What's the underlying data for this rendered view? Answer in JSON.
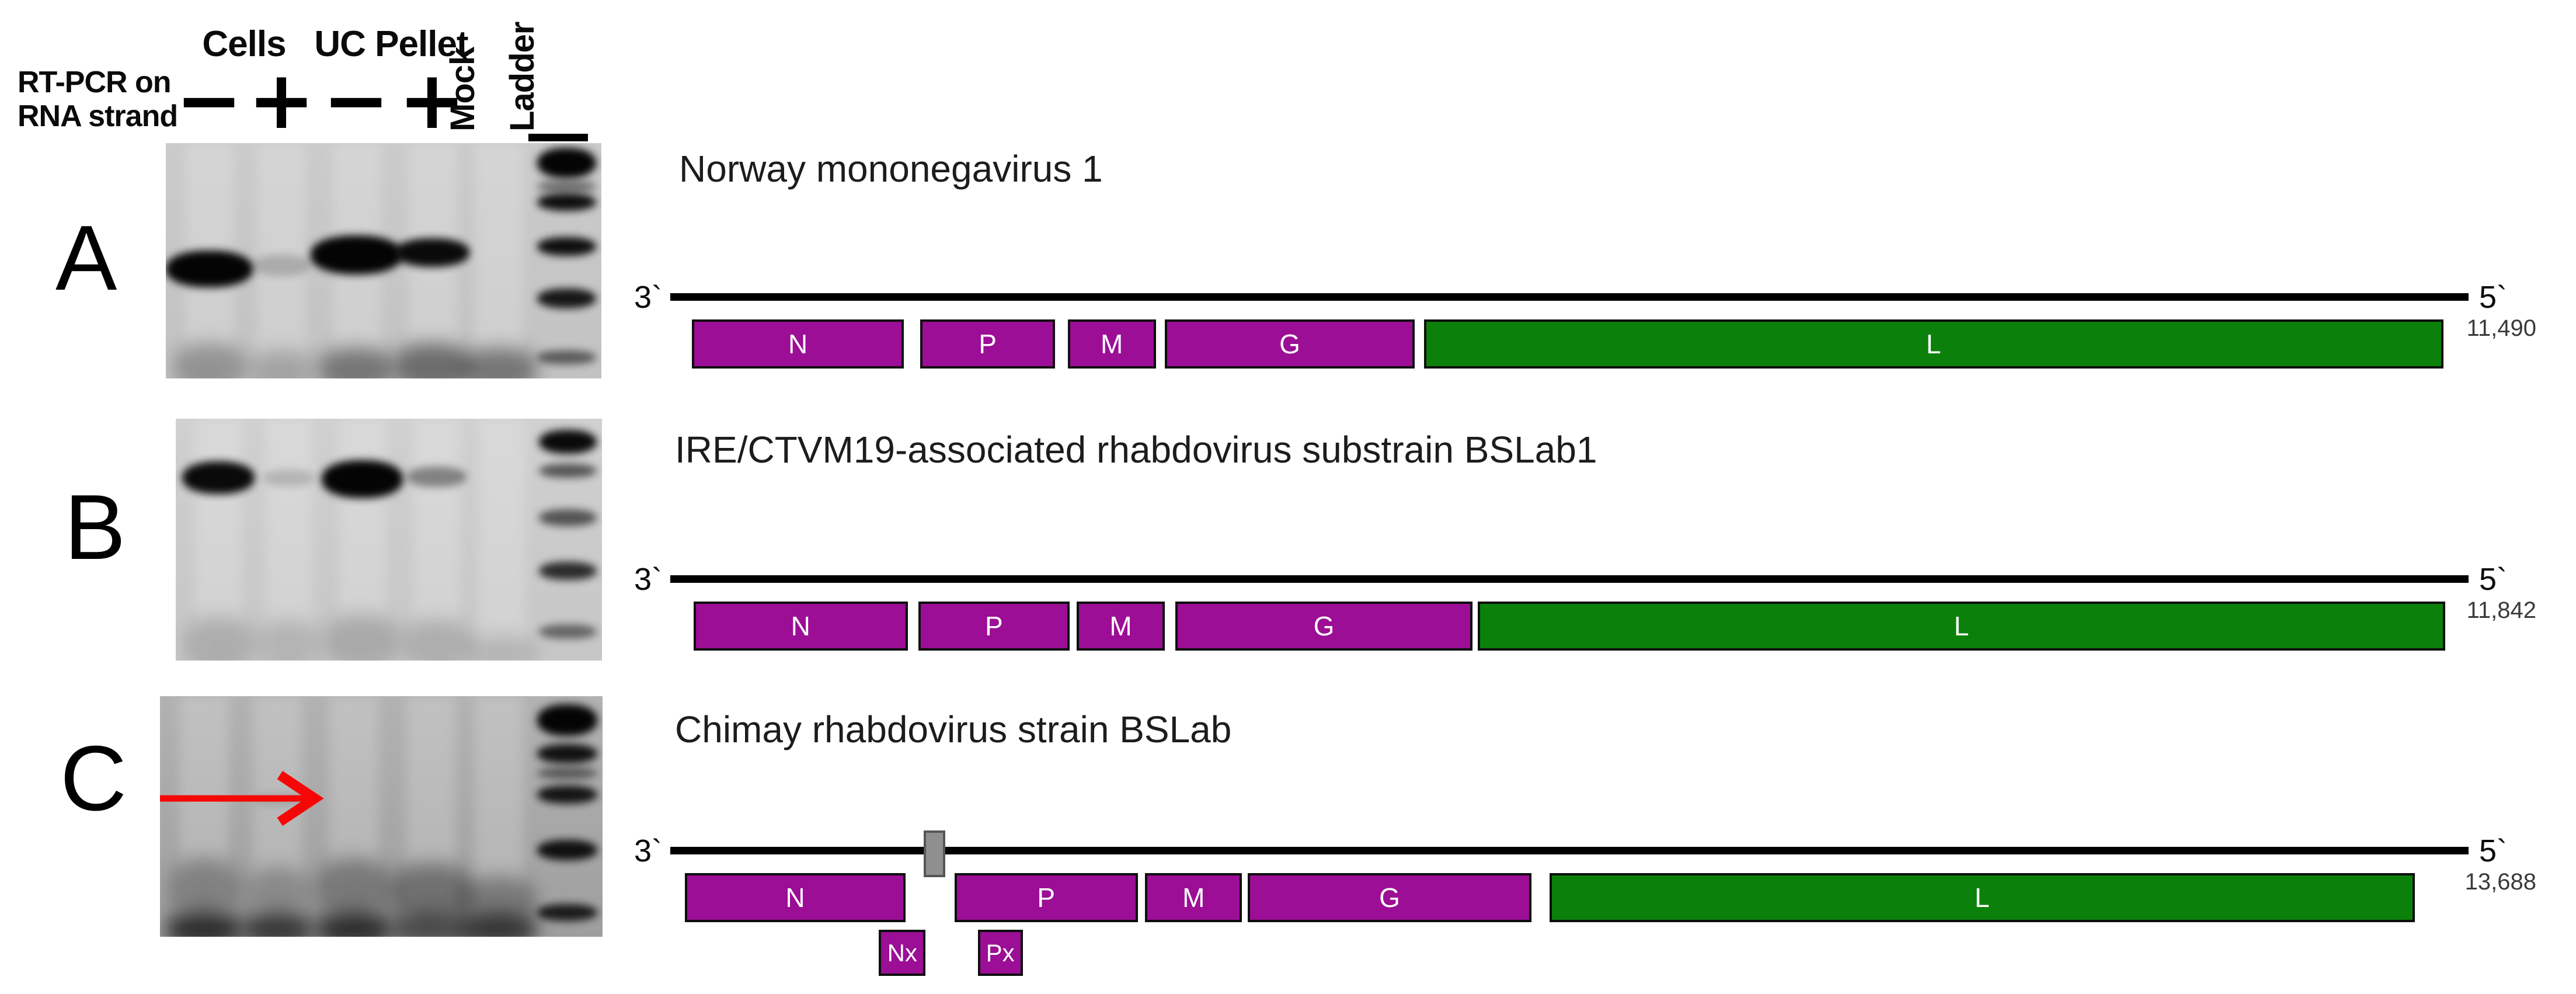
{
  "colors": {
    "purple": "#9B0E95",
    "green": "#0B810B",
    "gray_marker": "#8F8F8F",
    "arrow_red": "#F60707",
    "genome_line": "#000000"
  },
  "header": {
    "assay_label_lines": [
      "RT-PCR on",
      "RNA strand"
    ],
    "groups": [
      {
        "label": "Cells"
      },
      {
        "label": "UC Pellet"
      }
    ],
    "lane_signs": [
      "−",
      "+",
      "−",
      "+"
    ],
    "vertical_labels": [
      "Mock",
      "Ladder"
    ]
  },
  "panels": [
    {
      "letter": "A",
      "title": "Norway mononegavirus 1",
      "three_prime": "3`",
      "five_prime": "5`",
      "genome_length": "11,490",
      "genes": [
        {
          "label": "N",
          "color": "purple",
          "start": 0.012,
          "end": 0.13,
          "row": "main"
        },
        {
          "label": "P",
          "color": "purple",
          "start": 0.139,
          "end": 0.214,
          "row": "main"
        },
        {
          "label": "M",
          "color": "purple",
          "start": 0.221,
          "end": 0.27,
          "row": "main"
        },
        {
          "label": "G",
          "color": "purple",
          "start": 0.275,
          "end": 0.414,
          "row": "main"
        },
        {
          "label": "L",
          "color": "green",
          "start": 0.419,
          "end": 0.986,
          "row": "main"
        }
      ],
      "markers": [],
      "gel": {
        "bg_top": "#CBCBCB",
        "bg_bottom": "#C2C2C2",
        "bands": [
          {
            "lane": 0,
            "y": 0.535,
            "w": 0.2,
            "h": 0.155,
            "i": 1.0
          },
          {
            "lane": 1,
            "y": 0.52,
            "w": 0.13,
            "h": 0.09,
            "i": 0.18
          },
          {
            "lane": 2,
            "y": 0.475,
            "w": 0.21,
            "h": 0.165,
            "i": 1.0
          },
          {
            "lane": 3,
            "y": 0.465,
            "w": 0.17,
            "h": 0.12,
            "i": 0.97
          }
        ],
        "ladder": [
          {
            "y": 0.085,
            "h": 0.13,
            "i": 1.0
          },
          {
            "y": 0.185,
            "h": 0.05,
            "i": 0.45
          },
          {
            "y": 0.25,
            "h": 0.075,
            "i": 0.95
          },
          {
            "y": 0.44,
            "h": 0.08,
            "i": 0.95
          },
          {
            "y": 0.66,
            "h": 0.085,
            "i": 0.9
          },
          {
            "y": 0.91,
            "h": 0.06,
            "i": 0.55
          }
        ],
        "smears": [
          {
            "lane": 0,
            "y": 0.95,
            "w": 0.16,
            "h": 0.2,
            "i": 0.3
          },
          {
            "lane": 1,
            "y": 0.96,
            "w": 0.14,
            "h": 0.16,
            "i": 0.22
          },
          {
            "lane": 2,
            "y": 0.96,
            "w": 0.17,
            "h": 0.18,
            "i": 0.45
          },
          {
            "lane": 3,
            "y": 0.95,
            "w": 0.17,
            "h": 0.2,
            "i": 0.5
          },
          {
            "lane": 4,
            "y": 0.96,
            "w": 0.17,
            "h": 0.18,
            "i": 0.45
          }
        ],
        "arrow": null
      }
    },
    {
      "letter": "B",
      "title": "IRE/CTVM19-associated rhabdovirus substrain BSLab1",
      "three_prime": "3`",
      "five_prime": "5`",
      "genome_length": "11,842",
      "genes": [
        {
          "label": "N",
          "color": "purple",
          "start": 0.013,
          "end": 0.132,
          "row": "main"
        },
        {
          "label": "P",
          "color": "purple",
          "start": 0.138,
          "end": 0.222,
          "row": "main"
        },
        {
          "label": "M",
          "color": "purple",
          "start": 0.226,
          "end": 0.275,
          "row": "main"
        },
        {
          "label": "G",
          "color": "purple",
          "start": 0.281,
          "end": 0.446,
          "row": "main"
        },
        {
          "label": "L",
          "color": "green",
          "start": 0.449,
          "end": 0.987,
          "row": "main"
        }
      ],
      "markers": [],
      "gel": {
        "bg_top": "#D0D0D0",
        "bg_bottom": "#C6C6C6",
        "bands": [
          {
            "lane": 0,
            "y": 0.245,
            "w": 0.17,
            "h": 0.135,
            "i": 0.97
          },
          {
            "lane": 1,
            "y": 0.245,
            "w": 0.12,
            "h": 0.07,
            "i": 0.16
          },
          {
            "lane": 2,
            "y": 0.25,
            "w": 0.19,
            "h": 0.155,
            "i": 1.0
          },
          {
            "lane": 3,
            "y": 0.24,
            "w": 0.14,
            "h": 0.085,
            "i": 0.4
          }
        ],
        "ladder": [
          {
            "y": 0.095,
            "h": 0.1,
            "i": 0.97
          },
          {
            "y": 0.215,
            "h": 0.06,
            "i": 0.6
          },
          {
            "y": 0.41,
            "h": 0.07,
            "i": 0.6
          },
          {
            "y": 0.63,
            "h": 0.075,
            "i": 0.8
          },
          {
            "y": 0.88,
            "h": 0.06,
            "i": 0.5
          }
        ],
        "smears": [
          {
            "lane": 0,
            "y": 0.93,
            "w": 0.15,
            "h": 0.22,
            "i": 0.18
          },
          {
            "lane": 1,
            "y": 0.93,
            "w": 0.14,
            "h": 0.2,
            "i": 0.15
          },
          {
            "lane": 2,
            "y": 0.92,
            "w": 0.16,
            "h": 0.22,
            "i": 0.2
          },
          {
            "lane": 3,
            "y": 0.93,
            "w": 0.15,
            "h": 0.2,
            "i": 0.18
          },
          {
            "lane": 4,
            "y": 0.96,
            "w": 0.15,
            "h": 0.12,
            "i": 0.15
          }
        ],
        "arrow": null
      }
    },
    {
      "letter": "C",
      "title": "Chimay rhabdovirus strain BSLab",
      "three_prime": "3`",
      "five_prime": "5`",
      "genome_length": "13,688",
      "genes": [
        {
          "label": "N",
          "color": "purple",
          "start": 0.008,
          "end": 0.131,
          "row": "main"
        },
        {
          "label": "P",
          "color": "purple",
          "start": 0.158,
          "end": 0.26,
          "row": "main"
        },
        {
          "label": "M",
          "color": "purple",
          "start": 0.264,
          "end": 0.318,
          "row": "main"
        },
        {
          "label": "G",
          "color": "purple",
          "start": 0.321,
          "end": 0.479,
          "row": "main"
        },
        {
          "label": "L",
          "color": "green",
          "start": 0.489,
          "end": 0.97,
          "row": "main"
        },
        {
          "label": "Nx",
          "color": "purple",
          "start": 0.116,
          "end": 0.142,
          "row": "sub"
        },
        {
          "label": "Px",
          "color": "purple",
          "start": 0.171,
          "end": 0.196,
          "row": "sub"
        }
      ],
      "markers": [
        {
          "start": 0.141,
          "end": 0.153
        }
      ],
      "gel": {
        "bg_top": "#B2B2B2",
        "bg_bottom": "#9E9E9E",
        "bands": [
          {
            "lane": 1,
            "y": 0.43,
            "w": 0.11,
            "h": 0.05,
            "i": 0.13
          }
        ],
        "ladder": [
          {
            "y": 0.1,
            "h": 0.13,
            "i": 1.0
          },
          {
            "y": 0.24,
            "h": 0.08,
            "i": 0.92
          },
          {
            "y": 0.32,
            "h": 0.05,
            "i": 0.5
          },
          {
            "y": 0.41,
            "h": 0.075,
            "i": 0.9
          },
          {
            "y": 0.64,
            "h": 0.085,
            "i": 0.92
          },
          {
            "y": 0.9,
            "h": 0.07,
            "i": 0.85
          }
        ],
        "smears": [
          {
            "lane": 0,
            "y": 0.8,
            "w": 0.15,
            "h": 0.25,
            "i": 0.3
          },
          {
            "lane": 0,
            "y": 0.97,
            "w": 0.17,
            "h": 0.14,
            "i": 0.8
          },
          {
            "lane": 1,
            "y": 0.82,
            "w": 0.14,
            "h": 0.22,
            "i": 0.25
          },
          {
            "lane": 1,
            "y": 0.97,
            "w": 0.16,
            "h": 0.13,
            "i": 0.75
          },
          {
            "lane": 2,
            "y": 0.8,
            "w": 0.16,
            "h": 0.25,
            "i": 0.35
          },
          {
            "lane": 2,
            "y": 0.97,
            "w": 0.17,
            "h": 0.14,
            "i": 0.8
          },
          {
            "lane": 3,
            "y": 0.82,
            "w": 0.18,
            "h": 0.25,
            "i": 0.4
          },
          {
            "lane": 3,
            "y": 0.97,
            "w": 0.18,
            "h": 0.13,
            "i": 0.6
          },
          {
            "lane": 4,
            "y": 0.85,
            "w": 0.16,
            "h": 0.2,
            "i": 0.35
          },
          {
            "lane": 4,
            "y": 0.97,
            "w": 0.17,
            "h": 0.13,
            "i": 0.75
          }
        ],
        "arrow": {
          "y": 0.425,
          "x_tip": 0.35
        }
      }
    }
  ]
}
